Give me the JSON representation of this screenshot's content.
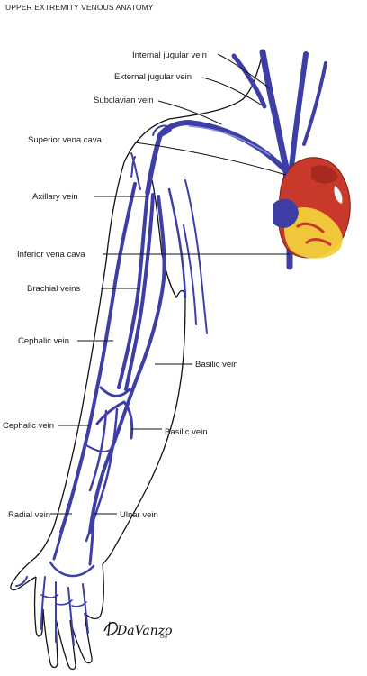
{
  "title": "UPPER EXTREMITY VENOUS ANATOMY",
  "labels": {
    "internal_jugular": "Internal jugular vein",
    "external_jugular": "External jugular vein",
    "subclavian": "Subclavian vein",
    "superior_vena_cava": "Superior vena cava",
    "axillary": "Axillary vein",
    "inferior_vena_cava": "Inferior vena cava",
    "brachial": "Brachial veins",
    "cephalic_upper": "Cephalic vein",
    "basilic_upper": "Basilic vein",
    "cephalic_lower": "Cephalic vein",
    "basilic_lower": "Basilic vein",
    "radial": "Radial vein",
    "ulnar": "Ulnar vein"
  },
  "signature": "DaVanzo",
  "signature_suffix": "CMI",
  "colors": {
    "vein": "#3d3fa6",
    "heart_red": "#c8392b",
    "heart_yellow": "#f2cf3b",
    "outline": "#111111"
  }
}
